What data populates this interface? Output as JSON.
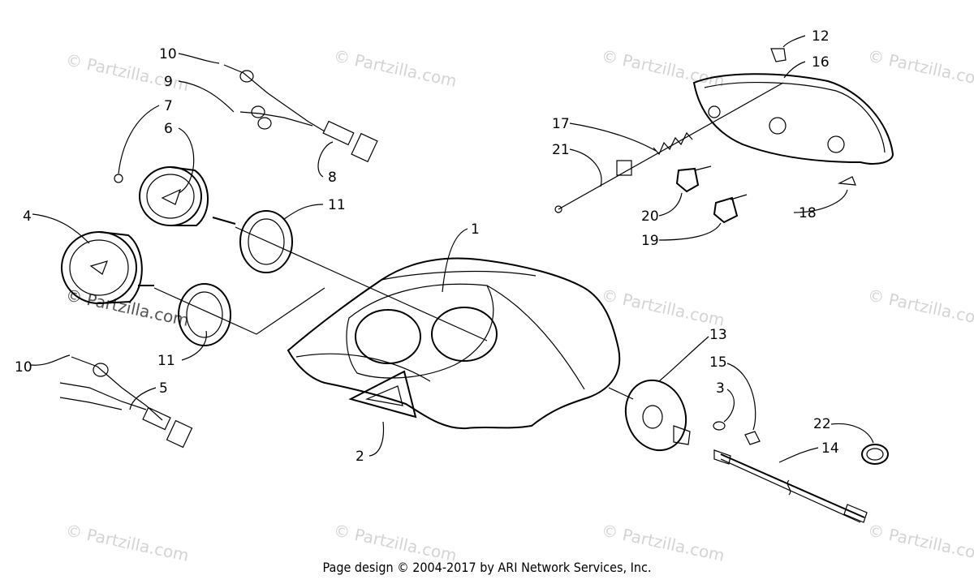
{
  "watermark": {
    "text": "© Partzilla.com",
    "highlight_text": "© Partzilla.com"
  },
  "callouts": [
    {
      "label": "10"
    },
    {
      "label": "9"
    },
    {
      "label": "7"
    },
    {
      "label": "6"
    },
    {
      "label": "8"
    },
    {
      "label": "11"
    },
    {
      "label": "4"
    },
    {
      "label": "11"
    },
    {
      "label": "10"
    },
    {
      "label": "5"
    },
    {
      "label": "1"
    },
    {
      "label": "2"
    },
    {
      "label": "12"
    },
    {
      "label": "16"
    },
    {
      "label": "17"
    },
    {
      "label": "21"
    },
    {
      "label": "20"
    },
    {
      "label": "19"
    },
    {
      "label": "18"
    },
    {
      "label": "13"
    },
    {
      "label": "15"
    },
    {
      "label": "3"
    },
    {
      "label": "22"
    },
    {
      "label": "14"
    }
  ],
  "footer": {
    "text": "Page design © 2004-2017 by ARI Network Services, Inc."
  }
}
